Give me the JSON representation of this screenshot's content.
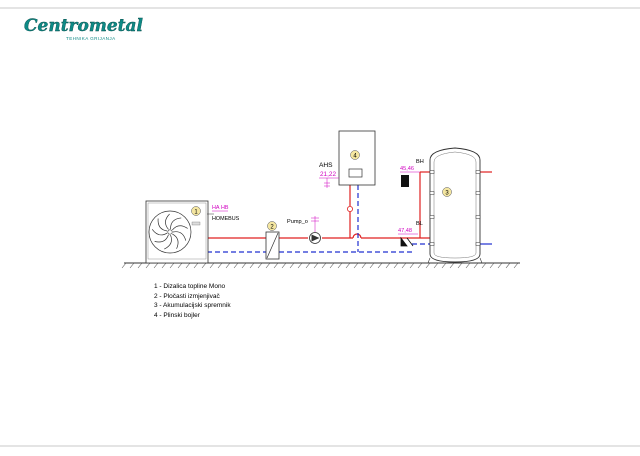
{
  "logo": {
    "brand": "Centrometal",
    "tagline": "TEHNIKA GRIJANJA",
    "brand_color": "#0e8a86"
  },
  "colors": {
    "supply": "#e02020",
    "return": "#2030d0",
    "label_accent": "#d000c0",
    "frame": "#c8c8c8"
  },
  "components": {
    "heat_pump": {
      "number": "1",
      "tags": [
        "HA",
        "HB"
      ],
      "bus_label": "HOMEBUS"
    },
    "plate_heat_exchanger": {
      "number": "2"
    },
    "pump": {
      "label": "Pump_o"
    },
    "gas_boiler": {
      "number": "4",
      "label": "AHS",
      "terminals": "21,22"
    },
    "storage_tank": {
      "number": "3",
      "top_sensor": {
        "label": "BH",
        "terminals": "45,46"
      },
      "bottom_sensor": {
        "label": "BL",
        "terminals": "47,48"
      }
    }
  },
  "legend": [
    "1 - Dizalica topline Mono",
    "2 - Pločasti izmjenjivač",
    "3 - Akumulacijski spremnik",
    "4 - Plinski bojler"
  ]
}
